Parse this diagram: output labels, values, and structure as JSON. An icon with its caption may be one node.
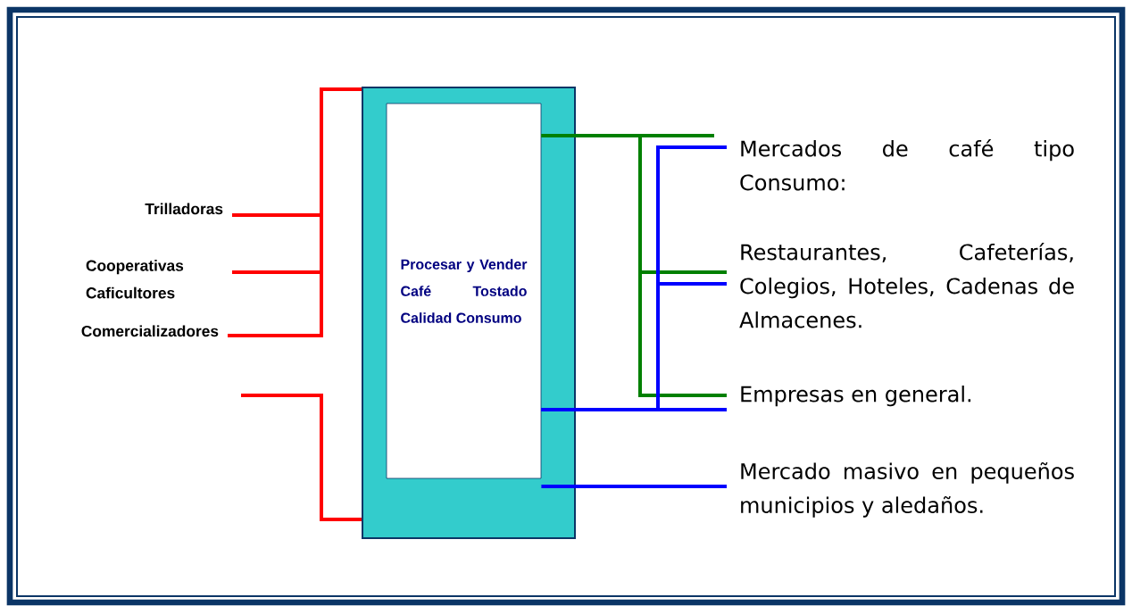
{
  "diagram": {
    "nodes": [
      {
        "text": [
          "Trilladoras"
        ]
      },
      {
        "text": [
          "Cooperativas Caficultores"
        ]
      },
      {
        "text": [
          "Comercializadores"
        ]
      },
      {
        "text": [],
        "shape": "box"
      },
      {
        "text": [
          "Procesar y Vender Café Tostado Calidad Consumo"
        ],
        "in": 3
      },
      {
        "text": [
          "Mercados de café tipo Consumo:"
        ]
      },
      {
        "text": [
          "Restaurantes, Cafeterías, Colegios, Hoteles, Cadenas de Almacenes."
        ]
      },
      {
        "text": [
          "Empresas en general."
        ]
      },
      {
        "text": [
          "Mercado masivo en pequeños municipios y aledaños."
        ]
      }
    ],
    "edges": [
      {
        "from": 0,
        "to": 3,
        "arrow": "none",
        "color": "#ff0000"
      },
      {
        "from": 1,
        "to": 3,
        "arrow": "none",
        "color": "#ff0000"
      },
      {
        "from": 2,
        "to": 3,
        "arrow": "none",
        "color": "#ff0000"
      },
      {
        "from": null,
        "to": 3,
        "arrow": "none",
        "color": "#ff0000"
      },
      {
        "from": 4,
        "to": 6,
        "arrow": "none",
        "color": "#008000"
      },
      {
        "from": 4,
        "to": 7,
        "arrow": "none",
        "color": "#008000"
      },
      {
        "from": 4,
        "to": 5,
        "arrow": "none",
        "color": "#0000ff"
      },
      {
        "from": 4,
        "to": 6,
        "arrow": "none",
        "color": "#0000ff"
      },
      {
        "from": 4,
        "to": 7,
        "arrow": "none",
        "color": "#0000ff"
      },
      {
        "from": 4,
        "to": 8,
        "arrow": "none",
        "color": "#0000ff"
      }
    ]
  }
}
